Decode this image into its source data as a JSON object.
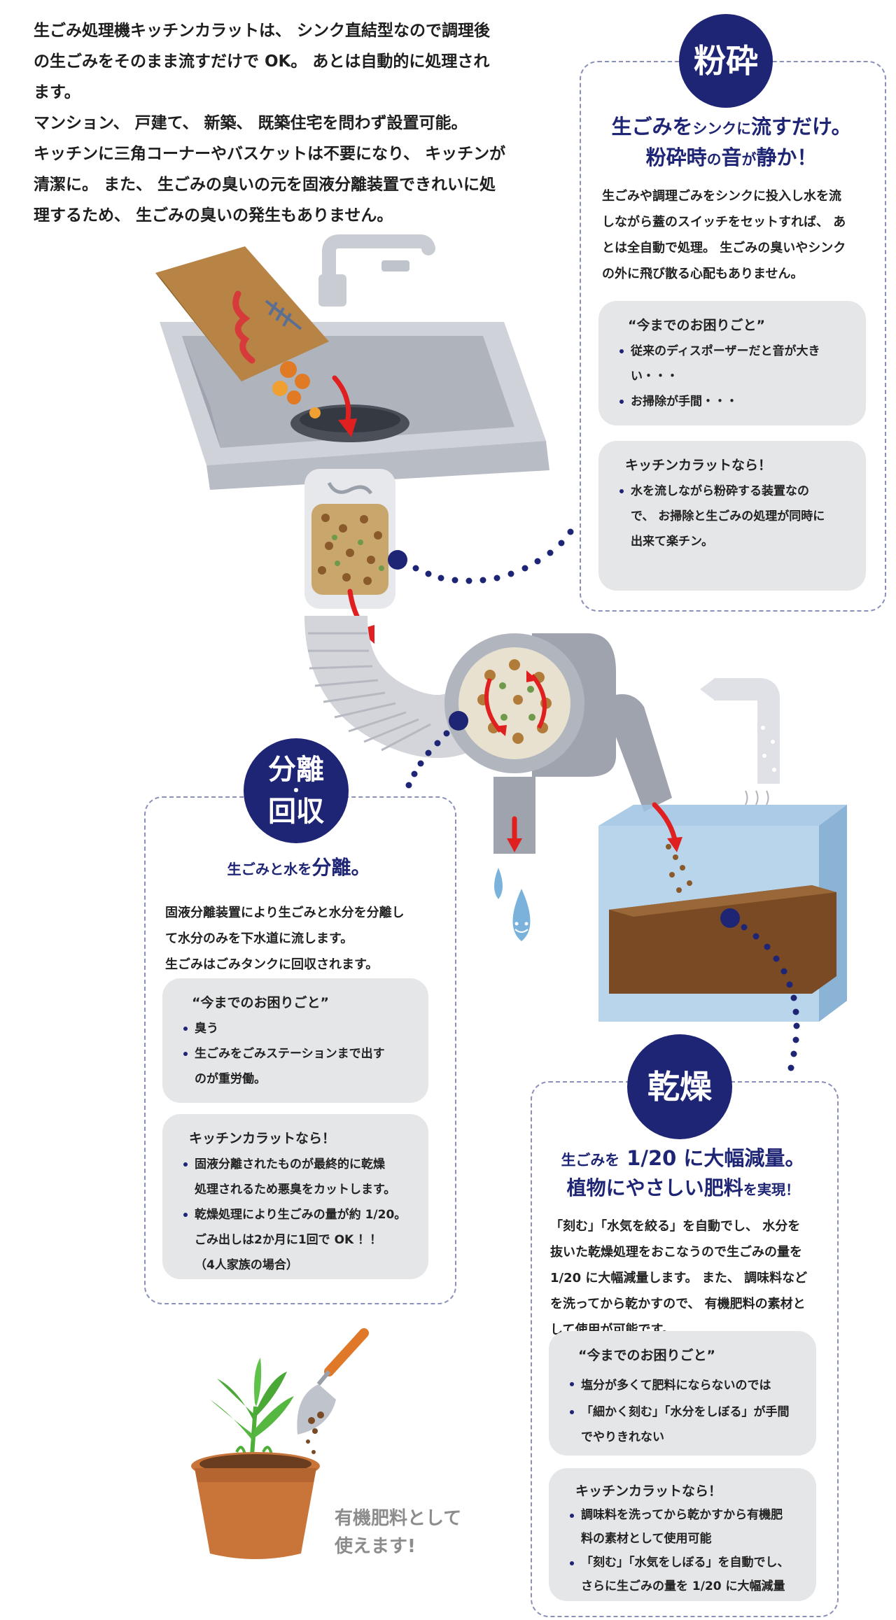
{
  "intro": {
    "lines": [
      "生ごみ処理機キッチンカラットは、 シンク直結型なので調理後",
      "の生ごみをそのまま流すだけで OK。 あとは自動的に処理され",
      "ます。",
      "マンション、 戸建て、 新築、 既築住宅を問わず設置可能。",
      "キッチンに三角コーナーやバスケットは不要になり、 キッチンが",
      "清潔に。 また、 生ごみの臭いの元を固液分離装置できれいに処",
      "理するため、 生ごみの臭いの発生もありません。"
    ]
  },
  "colors": {
    "navy": "#1f2575",
    "gray_box": "#e5e6e8",
    "arrow_red": "#e02020",
    "water_blue": "#7ab2dc",
    "dashed_border": "#8a90b8"
  },
  "crush": {
    "badge": "粉砕",
    "headline_1a": "生ごみを",
    "headline_1b": "シンク",
    "headline_1c": "に",
    "headline_1d": "流すだけ。",
    "headline_2a": "粉砕時",
    "headline_2b": "の",
    "headline_2c": "音",
    "headline_2d": "が",
    "headline_2e": "静か！",
    "body": [
      "生ごみや調理ごみをシンクに投入し水を流",
      "しながら蓋のスイッチをセットすれば、 あ",
      "とは全自動で処理。 生ごみの臭いやシンク",
      "の外に飛び散る心配もありません。"
    ],
    "trouble_title": "“今までのお困りごと”",
    "trouble_items": [
      [
        "従来のディスポーザーだと音が大き",
        "い・・・"
      ],
      [
        "お掃除が手間・・・"
      ]
    ],
    "solution_title": "キッチンカラットなら！",
    "solution_items": [
      [
        "水を流しながら粉砕する装置なの",
        "で、 お掃除と生ごみの処理が同時に",
        "出来て楽チン。"
      ]
    ]
  },
  "separate": {
    "badge_1": "分離",
    "badge_dot": "・",
    "badge_2": "回収",
    "headline_a": "生ごみ",
    "headline_b": "と",
    "headline_c": "水",
    "headline_d": "を",
    "headline_e": "分離。",
    "body": [
      "固液分離装置により生ごみと水分を分離し",
      "て水分のみを下水道に流します。",
      "生ごみはごみタンクに回収されます。"
    ],
    "trouble_title": "“今までのお困りごと”",
    "trouble_items": [
      [
        "臭う"
      ],
      [
        "生ごみをごみステーションまで出す",
        "のが重労働。"
      ]
    ],
    "solution_title": "キッチンカラットなら！",
    "solution_items": [
      [
        "固液分離されたものが最終的に乾燥",
        "処理されるため悪臭をカットします。"
      ],
      [
        "乾燥処理により生ごみの量が約 1/20。",
        "ごみ出しは2か月に1回で OK ！！",
        "（4人家族の場合）"
      ]
    ]
  },
  "dry": {
    "badge": "乾燥",
    "headline_1a": "生ごみを",
    "headline_1b": " 1/20 に",
    "headline_1c": "大幅減量。",
    "headline_2a": "植物にやさしい",
    "headline_2b": "肥料",
    "headline_2c": "を",
    "headline_2d": "実現！",
    "body": [
      "「刻む」「水気を絞る」を自動でし、 水分を",
      "抜いた乾燥処理をおこなうので生ごみの量を",
      "1/20 に大幅減量します。 また、 調味料など",
      "を洗ってから乾かすので、 有機肥料の素材と",
      "して使用が可能です。"
    ],
    "trouble_title": "“今までのお困りごと”",
    "trouble_items": [
      [
        "塩分が多くて肥料にならないのでは"
      ],
      [
        "「細かく刻む」「水分をしぼる」が手間",
        "でやりきれない"
      ]
    ],
    "solution_title": "キッチンカラットなら！",
    "solution_items": [
      [
        "調味料を洗ってから乾かすから有機肥",
        "料の素材として使用可能"
      ],
      [
        "「刻む」「水気をしぼる」を自動でし、",
        "さらに生ごみの量を 1/20 に大幅減量"
      ]
    ]
  },
  "fertilizer_caption": [
    "有機肥料として",
    "使えます!"
  ]
}
